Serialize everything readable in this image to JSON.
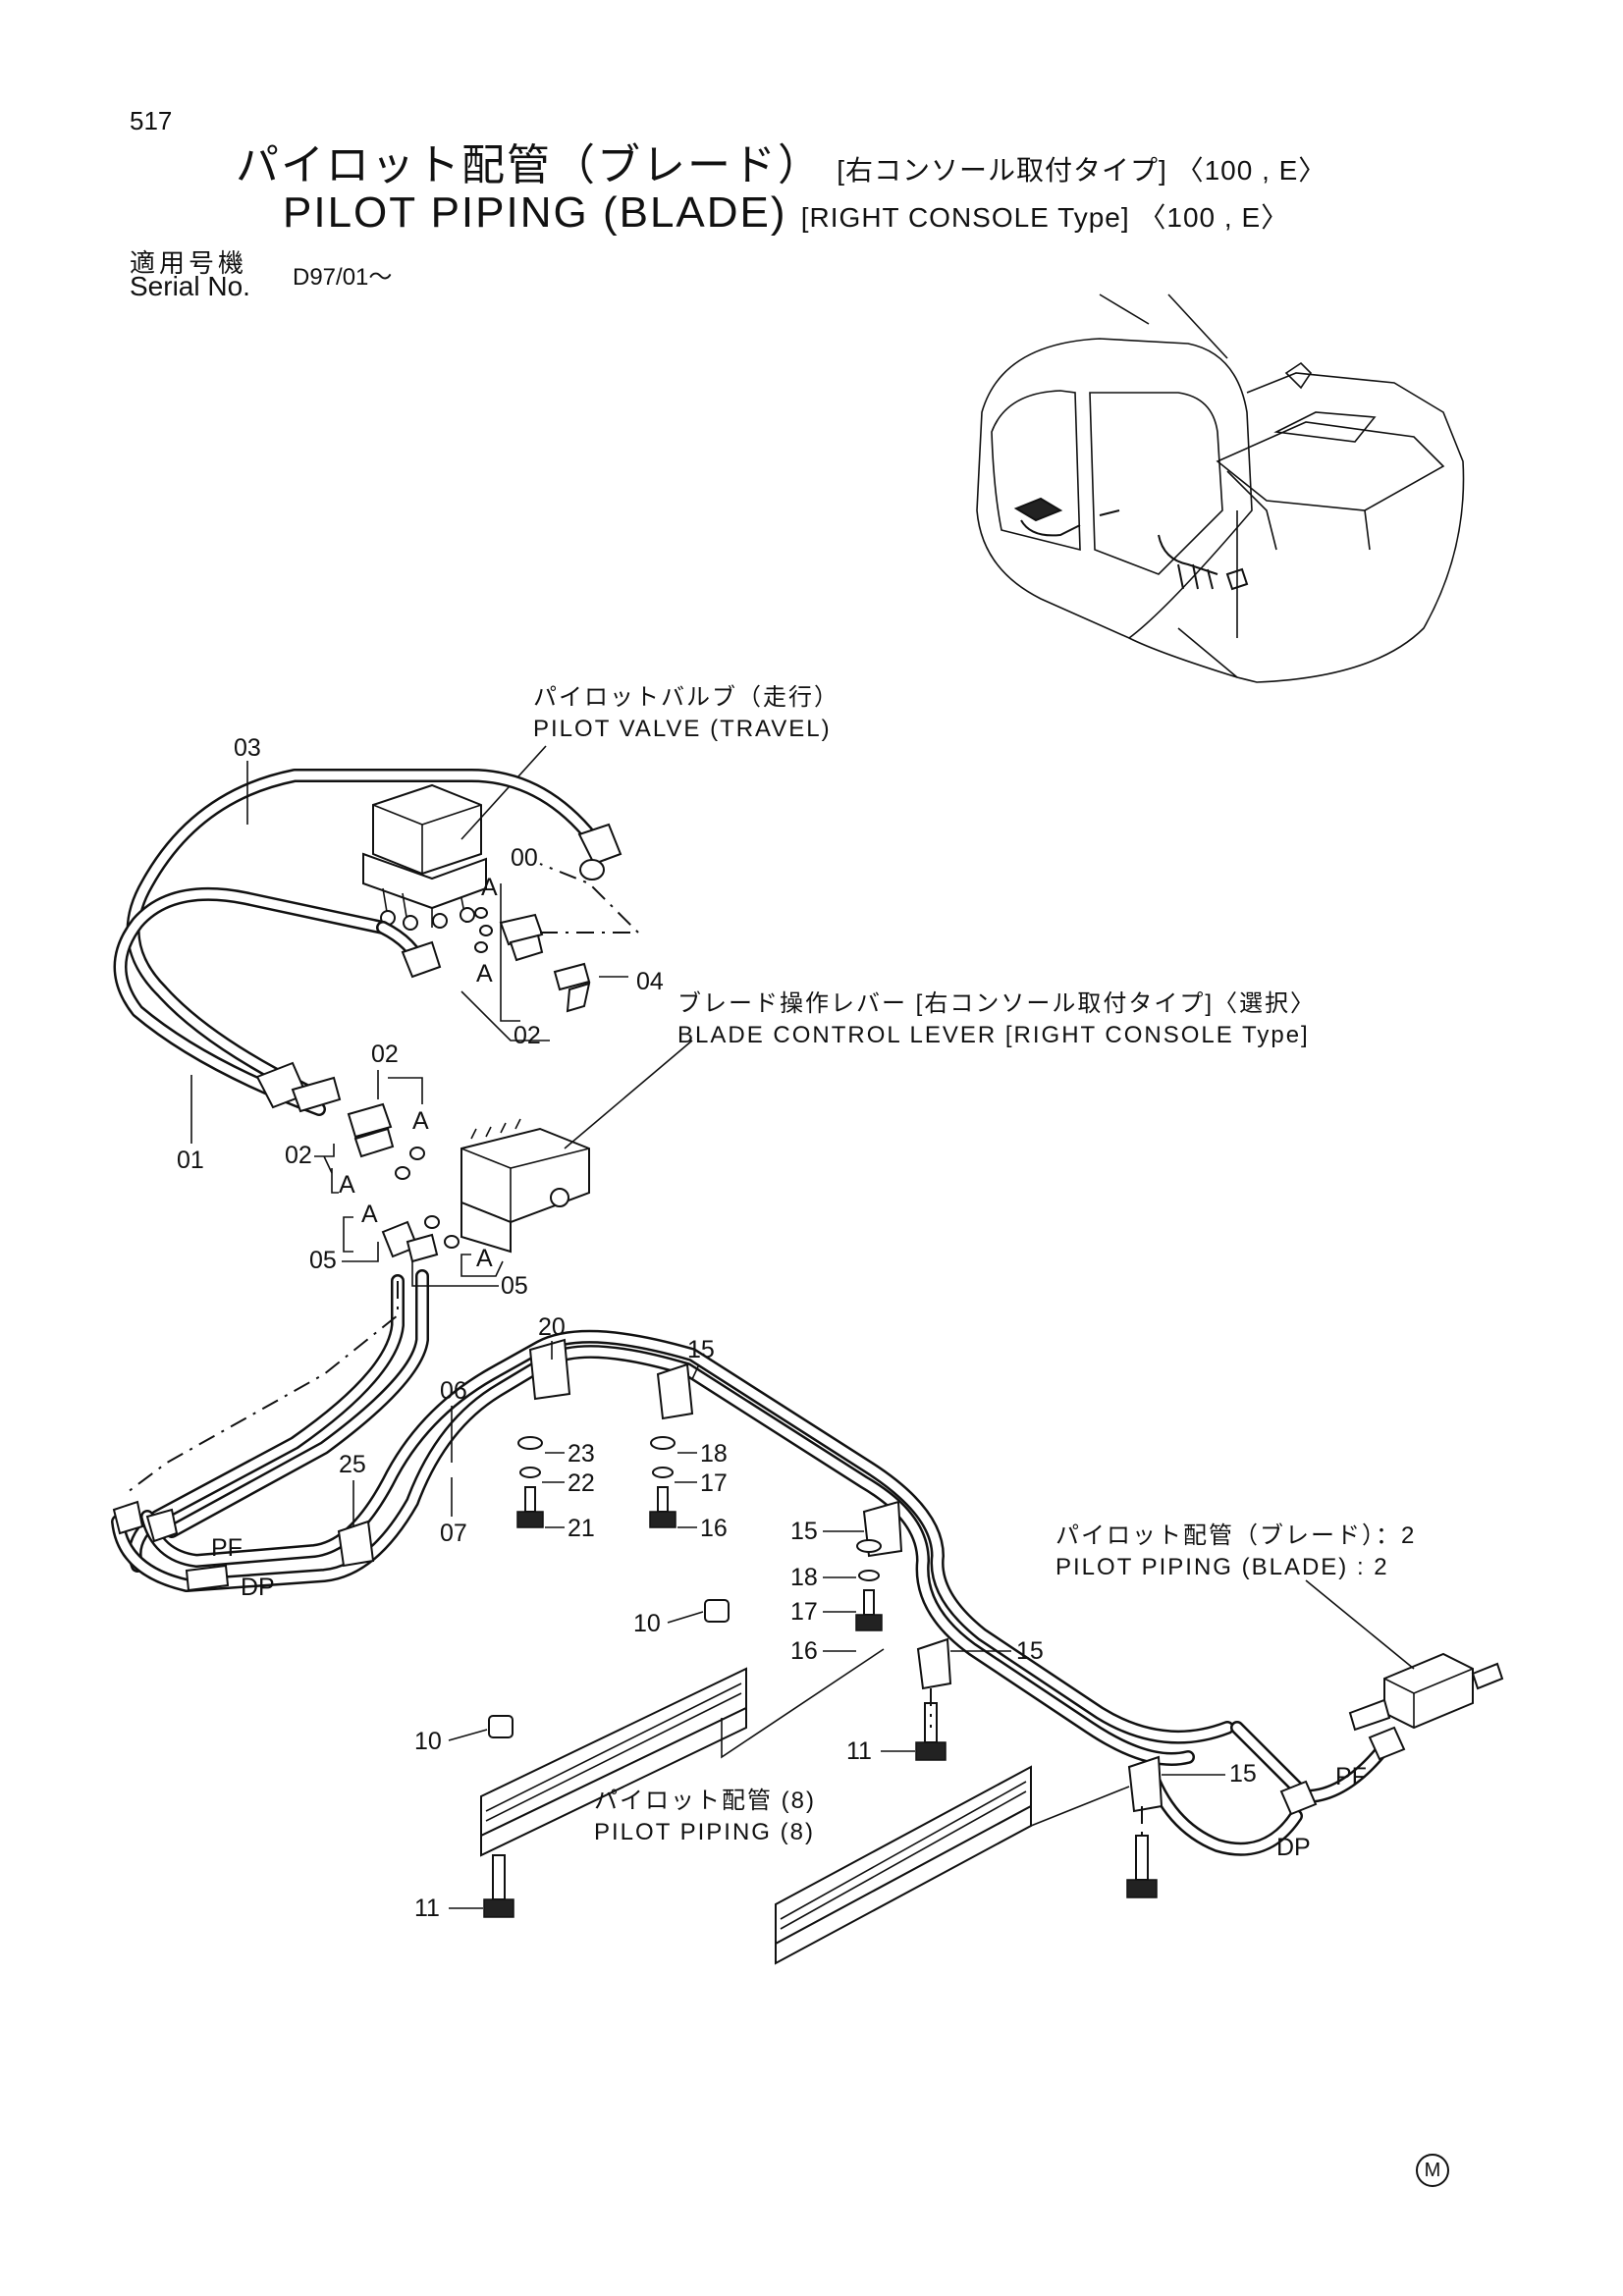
{
  "header": {
    "page_number": "517",
    "title_jp": "パイロット配管（ブレード）",
    "title_jp_suffix": "[右コンソール取付タイプ] 〈100 , E〉",
    "title_en": "PILOT PIPING (BLADE)",
    "title_en_suffix": "[RIGHT CONSOLE Type] 〈100 , E〉",
    "serial_label_jp": "適用号機",
    "serial_label_en": "Serial No.",
    "serial_value": "D97/01～"
  },
  "callouts": {
    "pilot_valve_jp": "パイロットバルブ（走行）",
    "pilot_valve_en": "PILOT  VALVE (TRAVEL)",
    "blade_lever_jp": "ブレード操作レバー [右コンソール取付タイプ]〈選択〉",
    "blade_lever_en": "BLADE CONTROL LEVER [RIGHT CONSOLE Type]",
    "pilot_piping2_jp": "パイロット配管（ブレード）：2",
    "pilot_piping2_en": "PILOT PIPING (BLADE) : 2",
    "pilot_piping8_jp": "パイロット配管 (8)",
    "pilot_piping8_en": "PILOT PIPING (8)"
  },
  "part_labels": {
    "p00": "00",
    "p01": "01",
    "p02": "02",
    "p03": "03",
    "p04": "04",
    "p05": "05",
    "p06": "06",
    "p07": "07",
    "p10": "10",
    "p11": "11",
    "p15": "15",
    "p16": "16",
    "p17": "17",
    "p18": "18",
    "p20": "20",
    "p21": "21",
    "p22": "22",
    "p23": "23",
    "p25": "25",
    "pA": "A",
    "pPF": "PF",
    "pDP": "DP"
  },
  "mark": "M"
}
